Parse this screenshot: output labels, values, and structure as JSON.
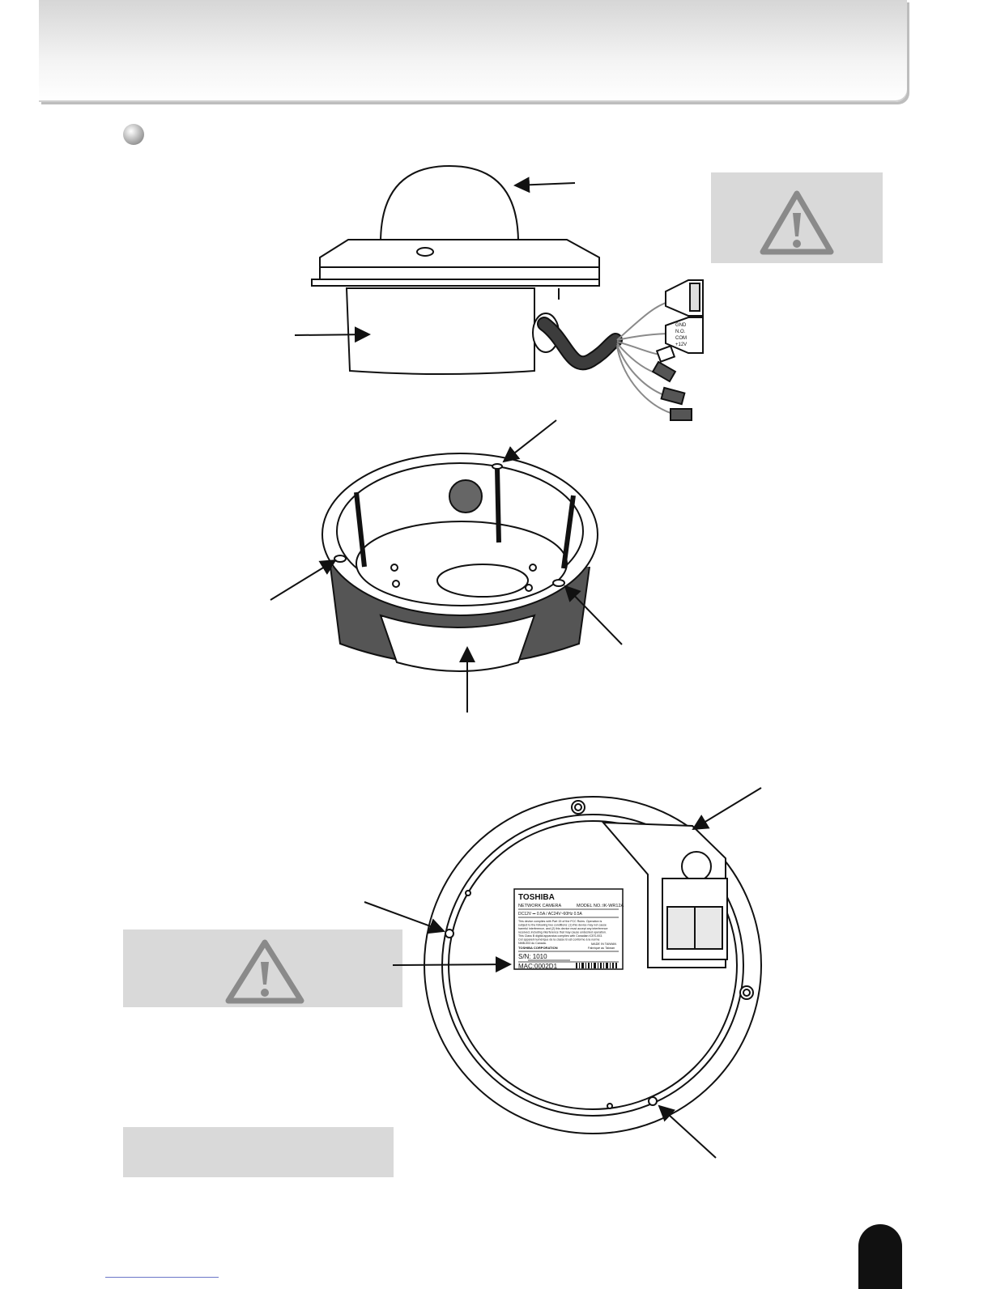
{
  "label": {
    "brand": "TOSHIBA",
    "product_line": "NETWORK CAMERA",
    "model": "MODEL NO.:IK-WR12A",
    "power_rating": "DC12V ⎓ 0.5A / AC24V~60Hz 0.5A",
    "compliance": [
      "This device complies with Part 15 of the FCC Rules. Operation is",
      "subject to the following two conditions: (1) this device may not cause",
      "harmful interference, and (2) this device must accept any interference",
      "received, including interference that may cause undesired operation.",
      "This Class B digital apparatus complies with Canadian ICES-003.",
      "Cet appareil numérique de la classe B est conforme à la norme",
      "NMB-003 du Canada."
    ],
    "manufacturer": "TOSHIBA CORPORATION",
    "origin_line1": "MADE IN TAIWAN",
    "origin_line2": "Fabriqué au Taiwan",
    "serial": "S/N:     1010",
    "mac": "MAC:0002D1"
  },
  "terminal_block": {
    "pins": [
      "GND",
      "N.O.",
      "COM",
      "+12V"
    ]
  },
  "colors": {
    "warning_fill": "#d9d9d9",
    "warning_icon": "#8a8a8a",
    "page_tab": "#111111"
  },
  "icons": {
    "warning": "exclamation-triangle-icon",
    "bullet": "round-bullet-icon"
  }
}
